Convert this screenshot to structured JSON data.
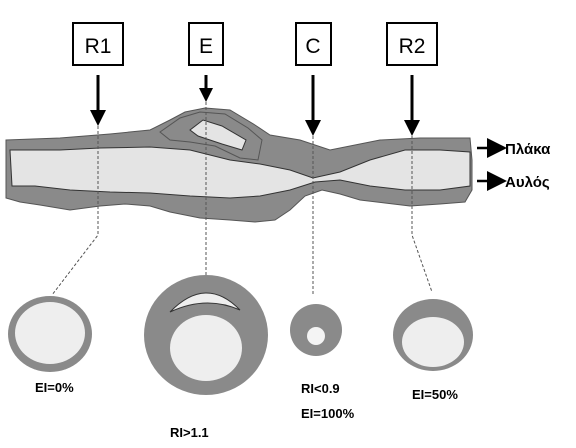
{
  "colors": {
    "plaque": "#8a8a8a",
    "lumen": "#e4e4e4",
    "outline": "#1a1a1a",
    "dashed": "#555555"
  },
  "sections": [
    {
      "id": "r1",
      "box_label": "R1",
      "stats": [
        "EI=0%"
      ]
    },
    {
      "id": "e",
      "box_label": "E",
      "stats": [
        "RI>1.1"
      ]
    },
    {
      "id": "c",
      "box_label": "C",
      "stats": [
        "RI<0.9",
        "EI=100%"
      ]
    },
    {
      "id": "r2",
      "box_label": "R2",
      "stats": [
        "EI=50%"
      ]
    }
  ],
  "legend": {
    "plaque": "Πλάκα",
    "lumen": "Αυλός"
  }
}
